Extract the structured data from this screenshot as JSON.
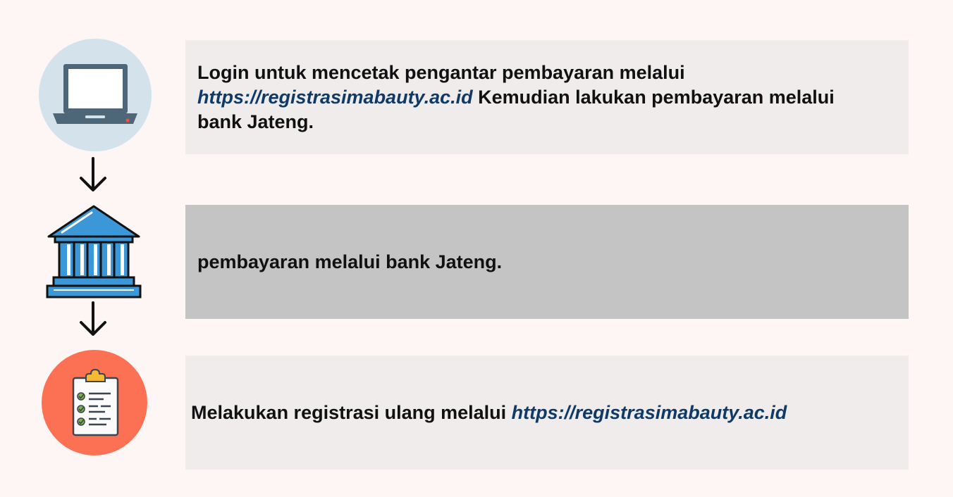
{
  "steps": [
    {
      "icon": "laptop-icon",
      "text_before": "Login untuk mencetak pengantar pembayaran melalui",
      "link": "https://registrasimabauty.ac.id",
      "text_after": " Kemudian lakukan pembayaran melalui bank Jateng.",
      "background": "#efeceb"
    },
    {
      "icon": "bank-icon",
      "text": "pembayaran melalui bank Jateng.",
      "background": "#c4c4c4"
    },
    {
      "icon": "clipboard-checklist-icon",
      "text_before": "Melakukan registrasi ulang melalui ",
      "link": "https://registrasimabauty.ac.id",
      "background": "#efeceb"
    }
  ],
  "colors": {
    "page_background": "#fdf6f5",
    "link": "#0f3a66",
    "laptop_circle": "#d4e2ec",
    "bank_blue": "#3b97d8",
    "clipboard_circle": "#fc7153"
  }
}
